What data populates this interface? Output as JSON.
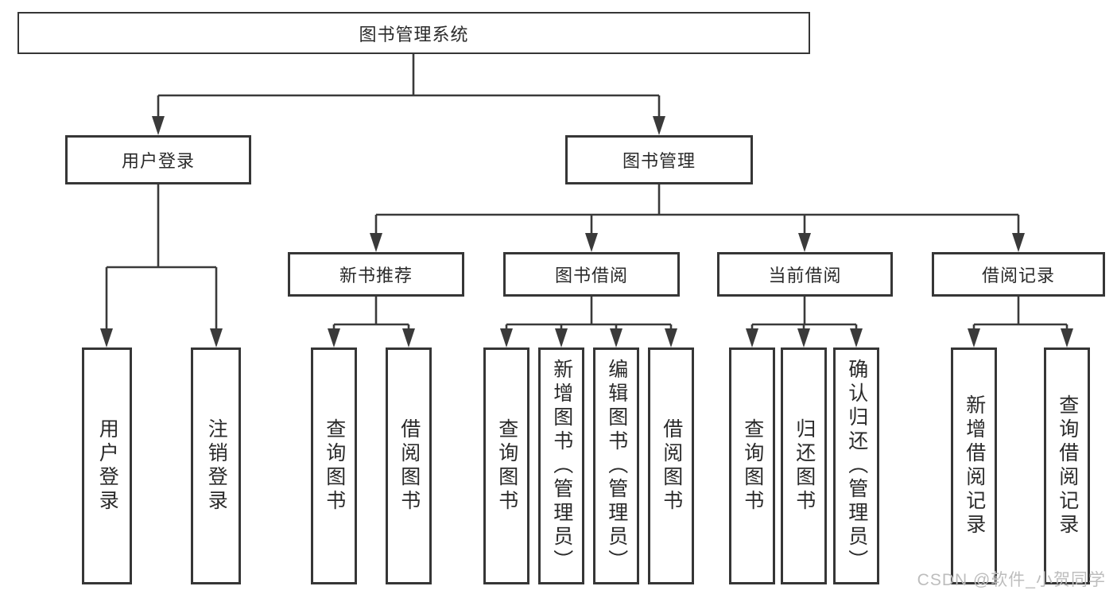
{
  "tree": {
    "root": "图书管理系统",
    "branches": [
      {
        "label": "用户登录",
        "children": [
          {
            "label": "用户登录"
          },
          {
            "label": "注销登录"
          }
        ]
      },
      {
        "label": "图书管理",
        "children": [
          {
            "label": "新书推荐",
            "children": [
              {
                "label": "查询图书"
              },
              {
                "label": "借阅图书"
              }
            ]
          },
          {
            "label": "图书借阅",
            "children": [
              {
                "label": "查询图书"
              },
              {
                "label": "新增图书（管理员）"
              },
              {
                "label": "编辑图书（管理员）"
              },
              {
                "label": "借阅图书"
              }
            ]
          },
          {
            "label": "当前借阅",
            "children": [
              {
                "label": "查询图书"
              },
              {
                "label": "归还图书"
              },
              {
                "label": "确认归还（管理员）"
              }
            ]
          },
          {
            "label": "借阅记录",
            "children": [
              {
                "label": "新增借阅记录"
              },
              {
                "label": "查询借阅记录"
              }
            ]
          }
        ]
      }
    ]
  },
  "watermark": "CSDN @软件_小贺同学",
  "colors": {
    "line": "#3a3a3a",
    "box_border": "#363636",
    "text": "#2a2a2a",
    "watermark": "#bdbdbd"
  }
}
